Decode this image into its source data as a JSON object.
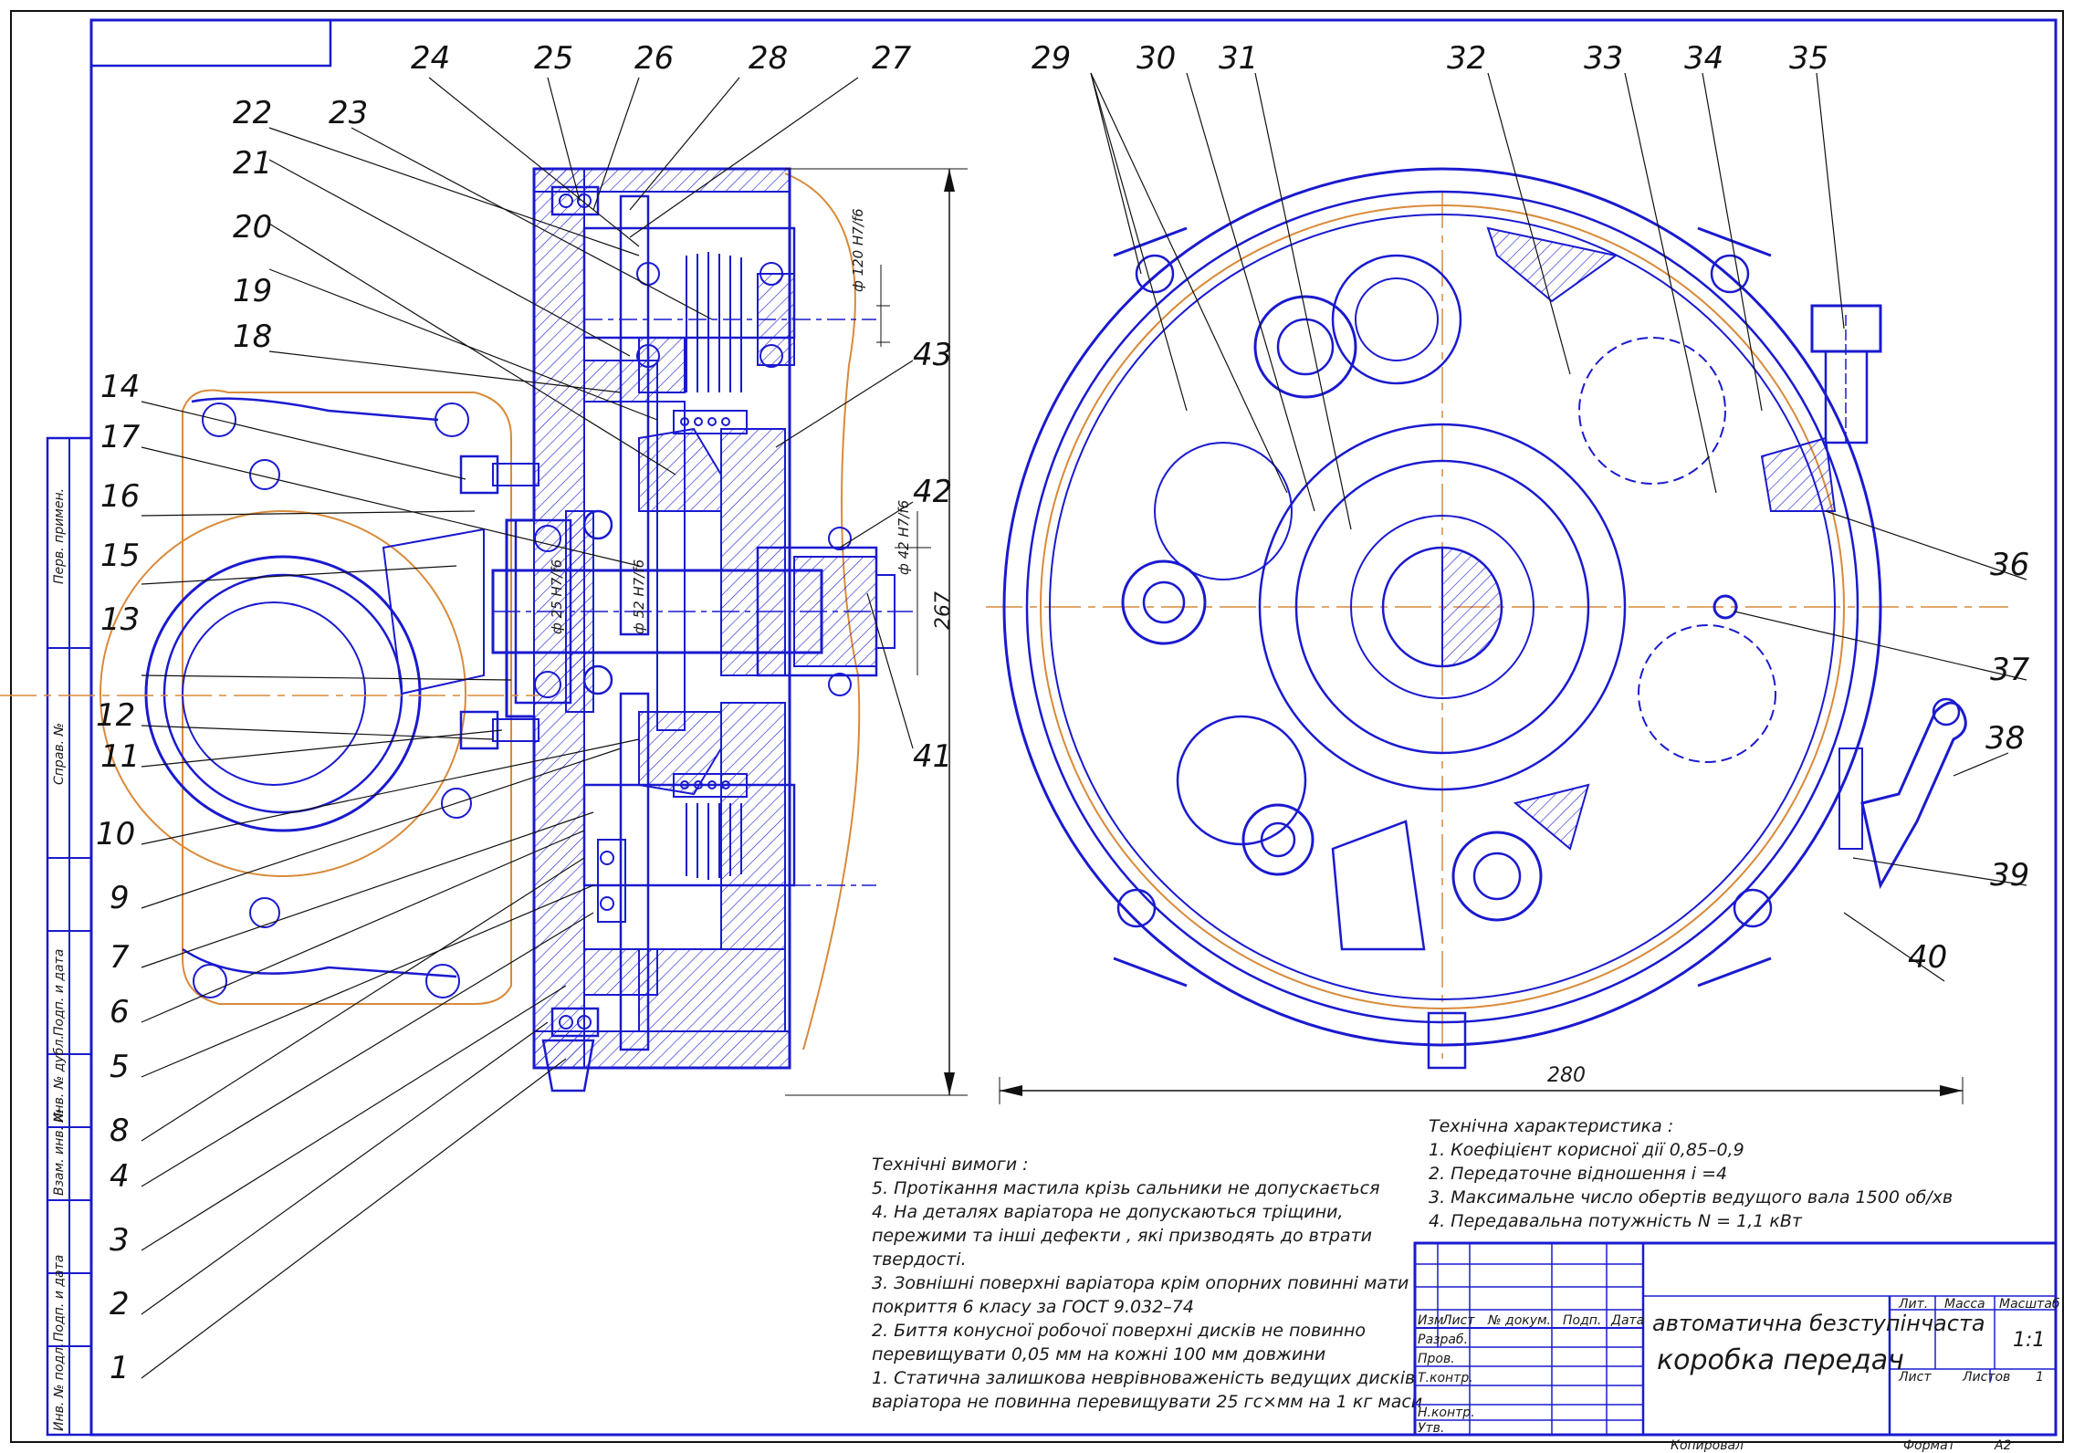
{
  "part_labels": [
    "1",
    "2",
    "3",
    "4",
    "5",
    "6",
    "7",
    "8",
    "9",
    "10",
    "11",
    "12",
    "13",
    "14",
    "15",
    "16",
    "17",
    "18",
    "19",
    "20",
    "21",
    "22",
    "23",
    "24",
    "25",
    "26",
    "27",
    "28",
    "29",
    "30",
    "31",
    "32",
    "33",
    "34",
    "35",
    "36",
    "37",
    "38",
    "39",
    "40",
    "41",
    "42",
    "43"
  ],
  "dimensions": {
    "width_280": "280",
    "height_267": "267",
    "dia_120": "ф 120 H7/f6",
    "dia_25": "ф 25 H7/f6",
    "dia_52": "ф 52 H7/f6",
    "dia_42": "ф 42 H7/f6"
  },
  "side_stamp": {
    "perv_primen": "Перв. примен.",
    "sprav": "Справ. №",
    "podp_data_1": "Подп. и дата",
    "inv_dubl": "Инв. № дубл.",
    "vzam_inv": "Взам. инв. №",
    "podp_data_2": "Подп. и дата",
    "inv_podl": "Инв. № подл."
  },
  "tech_requirements": {
    "title": "Технічні вимоги :",
    "lines": [
      "5. Протікання мастила крізь сальники не допускається",
      "4. На деталях варіатора не допускаються тріщини,",
      "    пережими та інші дефекти , які призводять до втрати",
      "    твердості.",
      "3. Зовнішні поверхні варіатора крім опорних повинні мати",
      "    покриття 6 класу за ГОСТ 9.032–74",
      "2. Биття конусної робочої поверхні дисків не повинно",
      "    перевищувати 0,05 мм на кожні 100 мм довжини",
      "1. Статична залишкова неврівноваженість ведущих дисків",
      "    варіатора не повинна перевищувати 25 гс×мм на 1 кг маси"
    ]
  },
  "tech_characteristics": {
    "title": "Технічна характеристика :",
    "lines": [
      "1. Коефіцієнт корисної дії 0,85–0,9",
      "2. Передаточне відношення і =4",
      "3. Максимальне число обертів ведущого вала 1500 об/хв",
      "4. Передавальна потужність N = 1,1 кВт"
    ]
  },
  "title_block": {
    "title_line1": "автоматична безступінчаста",
    "title_line2": "коробка передач",
    "col_izm": "Изм",
    "col_list": "Лист",
    "col_dokum": "№ докум.",
    "col_podp": "Подп.",
    "col_data": "Дата",
    "row_razrab": "Разраб.",
    "row_prov": "Пров.",
    "row_tkontr": "Т.контр.",
    "row_nkontr": "Н.контр.",
    "row_utv": "Утв.",
    "lit": "Лит.",
    "massa": "Масса",
    "masshtab": "Масштаб",
    "scale_value": "1:1",
    "sheet": "Лист",
    "sheets": "Листов",
    "sheets_value": "1",
    "copied": "Копировал",
    "format": "Формат",
    "format_value": "А2"
  }
}
